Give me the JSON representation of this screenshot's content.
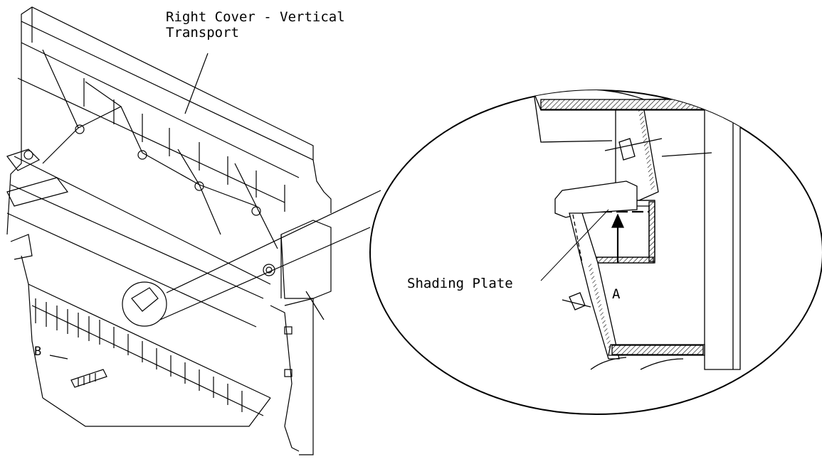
{
  "labels": {
    "right_cover_line1": "Right Cover - Vertical",
    "right_cover_line2": "Transport",
    "shading_plate": "Shading Plate",
    "arrow_a": "A",
    "part_b": "B"
  },
  "colors": {
    "ink": "#000000",
    "paper": "#ffffff"
  }
}
